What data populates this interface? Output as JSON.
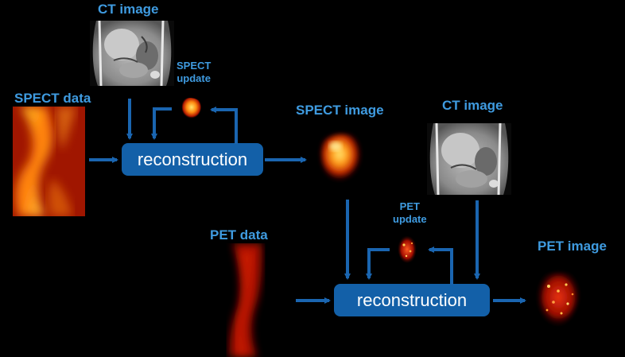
{
  "labels": {
    "ct_image_top": "CT image",
    "spect_update_line1": "SPECT",
    "spect_update_line2": "update",
    "spect_data": "SPECT data",
    "spect_image": "SPECT image",
    "ct_image_right": "CT image",
    "pet_update_line1": "PET",
    "pet_update_line2": "update",
    "pet_data": "PET data",
    "pet_image": "PET image"
  },
  "blocks": {
    "reconstruction_spect": "reconstruction",
    "reconstruction_pet": "reconstruction"
  },
  "colors": {
    "label_blue": "#3f9be0",
    "box_blue": "#1360a8",
    "arrow_blue": "#1a65b0",
    "background": "#000000"
  }
}
